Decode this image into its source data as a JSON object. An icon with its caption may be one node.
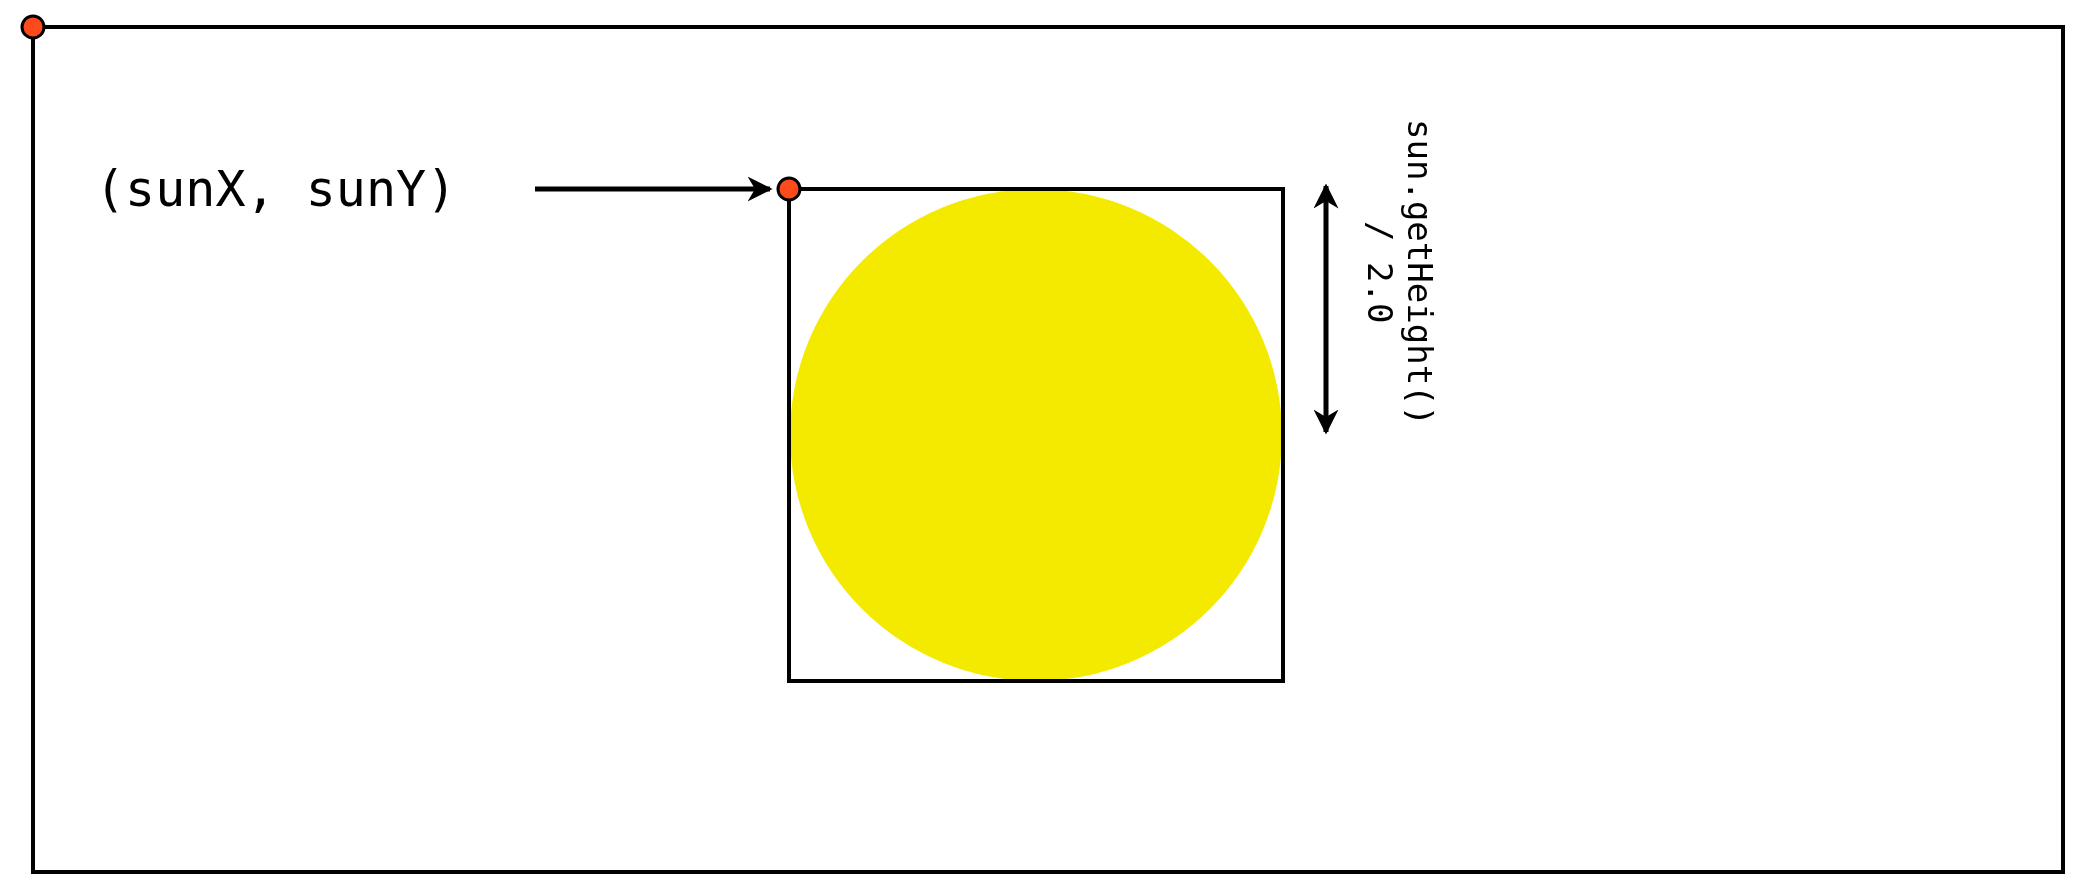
{
  "diagram": {
    "nodes": [
      {
        "text": [],
        "shape": "circle"
      },
      {
        "text": [
          "(sunX, sunY)"
        ]
      },
      {
        "text": [],
        "shape": "circle"
      }
    ],
    "edges": [
      {
        "from": 1,
        "to": 2,
        "arrow": "to"
      }
    ],
    "labels": [
      "sun.getHeight() / 2.0"
    ]
  }
}
